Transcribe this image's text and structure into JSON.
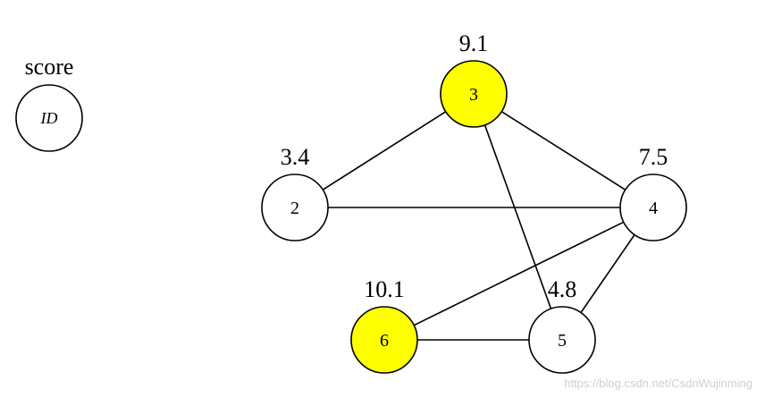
{
  "legend": {
    "score_label": "score",
    "id_label": "ID"
  },
  "graph": {
    "nodes": [
      {
        "id": "2",
        "score": "3.4",
        "highlighted": false
      },
      {
        "id": "3",
        "score": "9.1",
        "highlighted": true
      },
      {
        "id": "4",
        "score": "7.5",
        "highlighted": false
      },
      {
        "id": "5",
        "score": "4.8",
        "highlighted": false
      },
      {
        "id": "6",
        "score": "10.1",
        "highlighted": true
      }
    ],
    "edges": [
      {
        "from": "2",
        "to": "3"
      },
      {
        "from": "2",
        "to": "4"
      },
      {
        "from": "3",
        "to": "4"
      },
      {
        "from": "3",
        "to": "5"
      },
      {
        "from": "4",
        "to": "6"
      },
      {
        "from": "4",
        "to": "5"
      },
      {
        "from": "6",
        "to": "5"
      }
    ]
  },
  "colors": {
    "highlight": "#ffff00",
    "normal": "#ffffff",
    "stroke": "#000000"
  },
  "watermark": "https://blog.csdn.net/CsdnWujinming"
}
